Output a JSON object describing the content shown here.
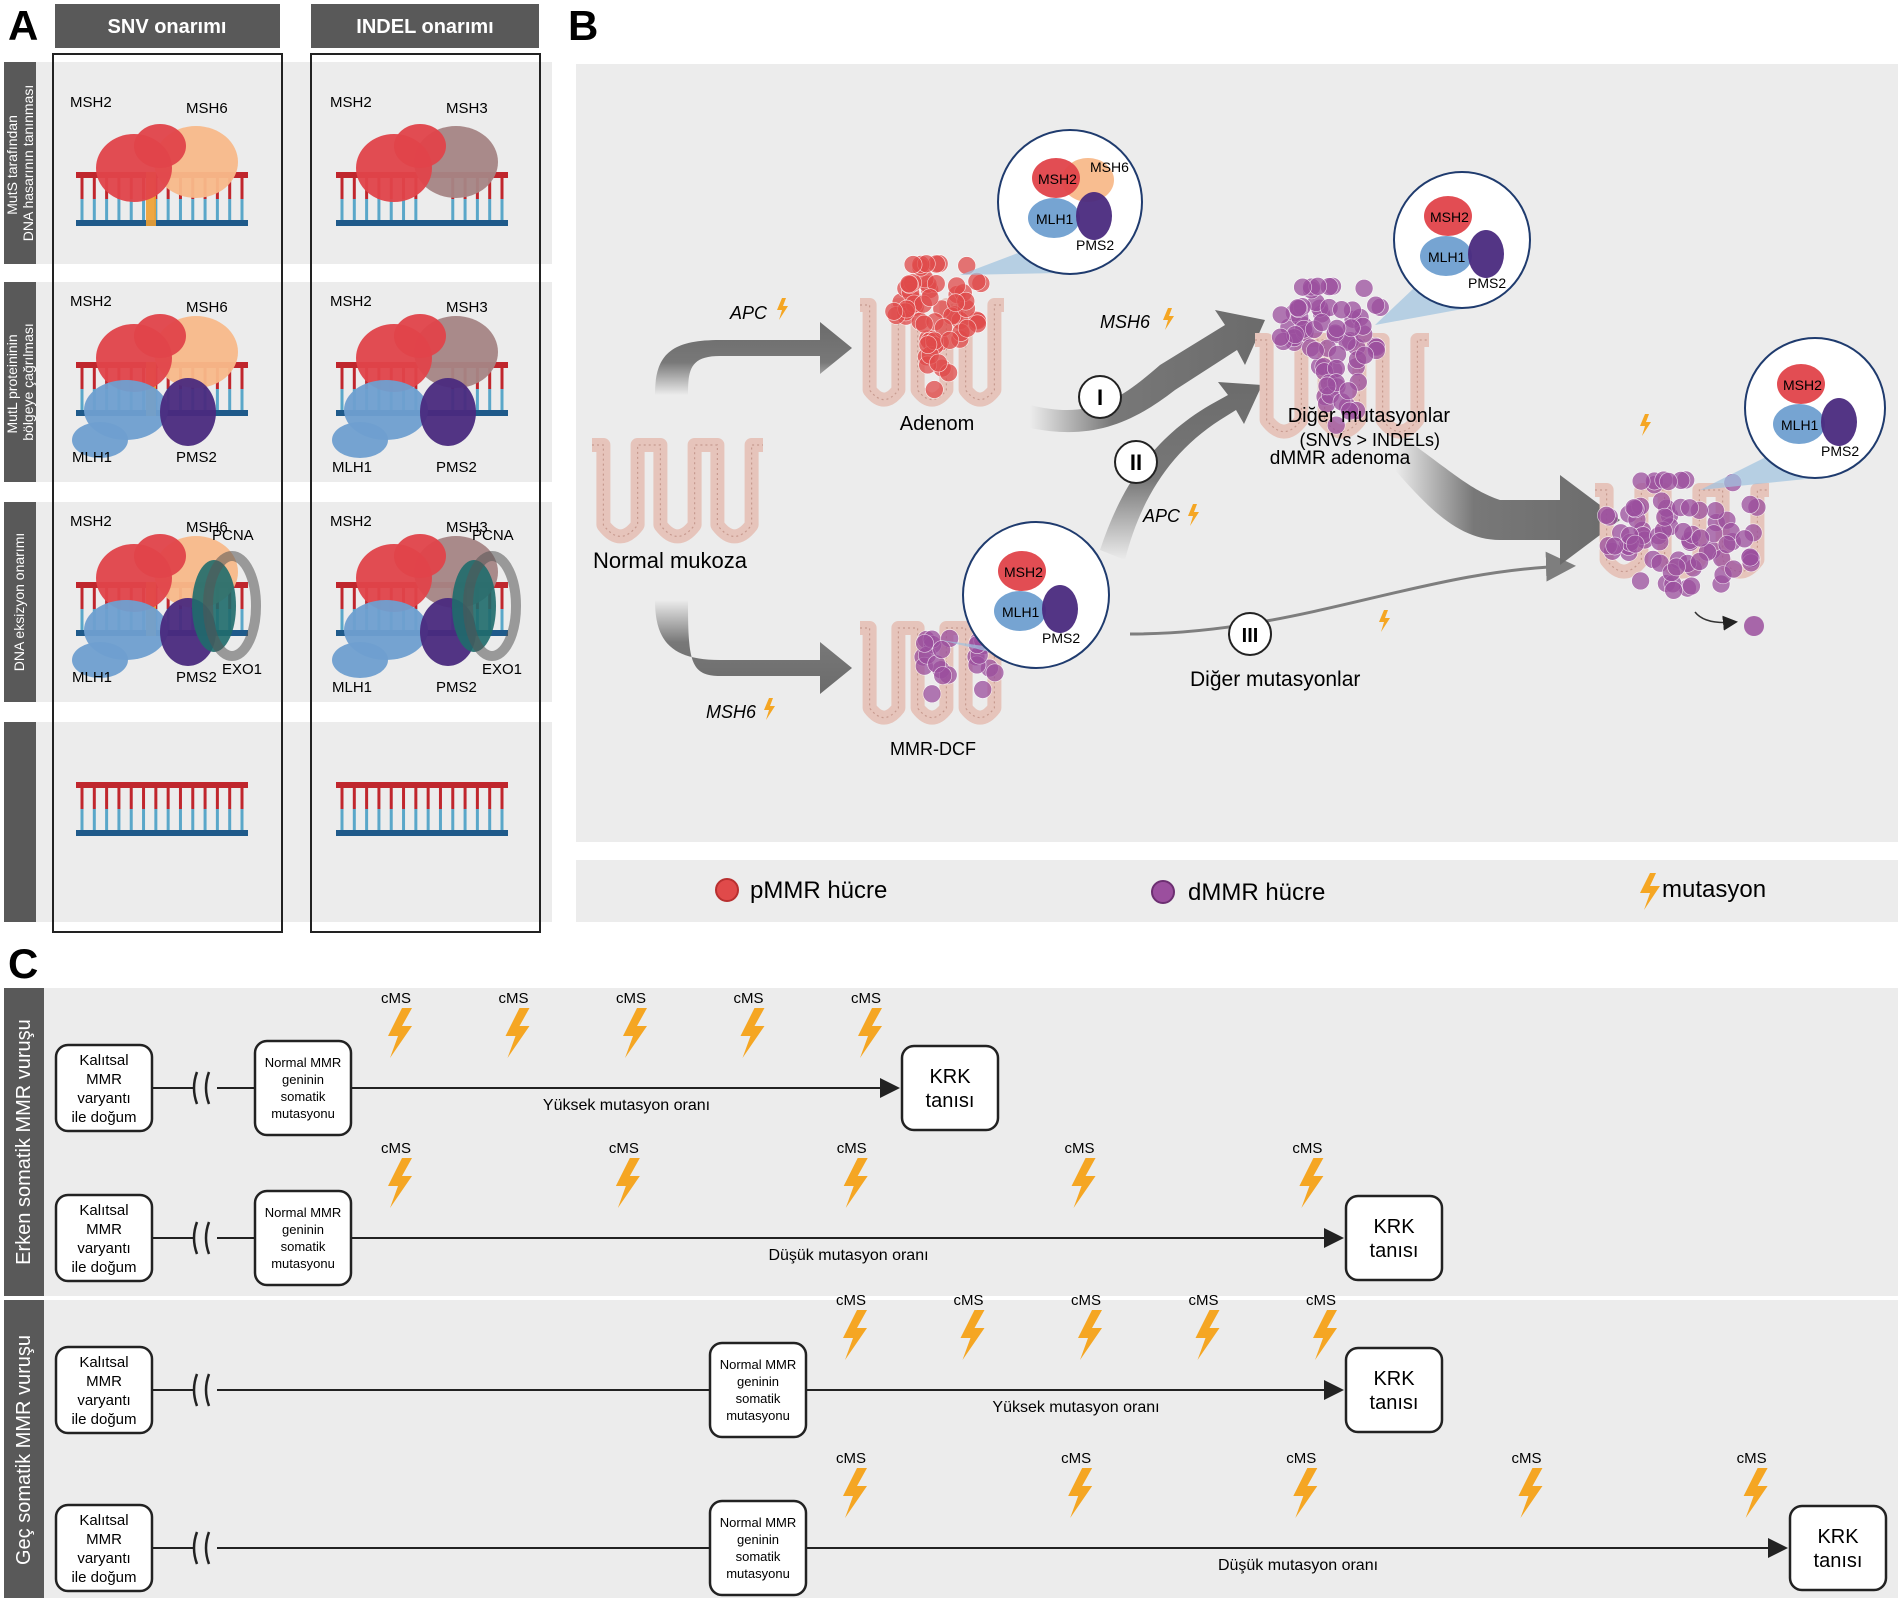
{
  "panel_labels": {
    "a": "A",
    "b": "B",
    "c": "C"
  },
  "panel_a": {
    "col_snv": "SNV onarımı",
    "col_indel": "INDEL onarımı",
    "row1_label": [
      "MutS tarafından",
      "DNA hasarının tanınması"
    ],
    "row2_label": [
      "MutL proteininin",
      "bölgeye çağrılması"
    ],
    "row3_label": "DNA eksizyon onarımı",
    "proteins": {
      "msh2": "MSH2",
      "msh6": "MSH6",
      "msh3": "MSH3",
      "mlh1": "MLH1",
      "pms2": "PMS2",
      "pcna": "PCNA",
      "exo1": "EXO1"
    }
  },
  "panel_b": {
    "normal": "Normal mukoza",
    "adenom": "Adenom",
    "dmmr_adenoma": "dMMR adenoma",
    "mmr_dcf": "MMR-DCF",
    "apc": "APC",
    "msh6": "MSH6",
    "path_i": "I",
    "path_ii": "II",
    "path_iii": "III",
    "other_mut": "Diğer mutasyonlar",
    "other_mut2_l1": "Diğer mutasyonlar",
    "other_mut2_l2": "(SNVs > INDELs)",
    "legend_pmmr": "pMMR hücre",
    "legend_dmmr": "dMMR hücre",
    "legend_mut": "mutasyon",
    "colors": {
      "pmmr": "#e04a4a",
      "dmmr": "#9b4f9e",
      "bolt": "#f5a623",
      "arrow": "#6b6b6b"
    }
  },
  "panel_c": {
    "group1_label": "Erken somatik MMR vuruşu",
    "group2_label": "Geç somatik MMR vuruşu",
    "birth": [
      "Kalıtsal",
      "MMR",
      "varyantı",
      "ile doğum"
    ],
    "somatic": [
      "Normal MMR",
      "geninin",
      "somatik",
      "mutasyonu"
    ],
    "krk": [
      "KRK",
      "tanısı"
    ],
    "cms": "cMS",
    "high_rate": "Yüksek mutasyon oranı",
    "low_rate": "Düşük mutasyon oranı",
    "timelines": [
      {
        "somatic_time": "early",
        "rate": "high",
        "cms_count": 5
      },
      {
        "somatic_time": "early",
        "rate": "low",
        "cms_count": 5
      },
      {
        "somatic_time": "late",
        "rate": "high",
        "cms_count": 5
      },
      {
        "somatic_time": "late",
        "rate": "low",
        "cms_count": 5
      }
    ]
  }
}
